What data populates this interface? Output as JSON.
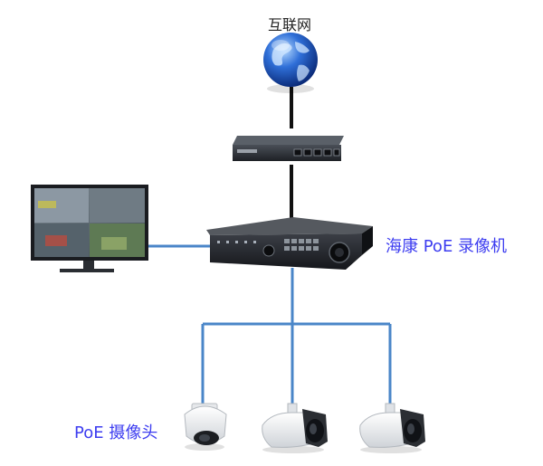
{
  "labels": {
    "internet": "互联网",
    "nvr": "海康 PoE 录像机",
    "camera": "PoE 摄像头"
  },
  "colors": {
    "label_blue": "#3d3df0",
    "poe_line": "#4a86c8",
    "uplink_line": "#111111"
  },
  "icons": {
    "internet": "globe-icon",
    "router": "router-icon",
    "monitor": "monitor-icon",
    "nvr": "nvr-icon",
    "cameras": [
      "dome-camera-icon",
      "bullet-camera-icon",
      "bullet-camera-icon"
    ]
  }
}
